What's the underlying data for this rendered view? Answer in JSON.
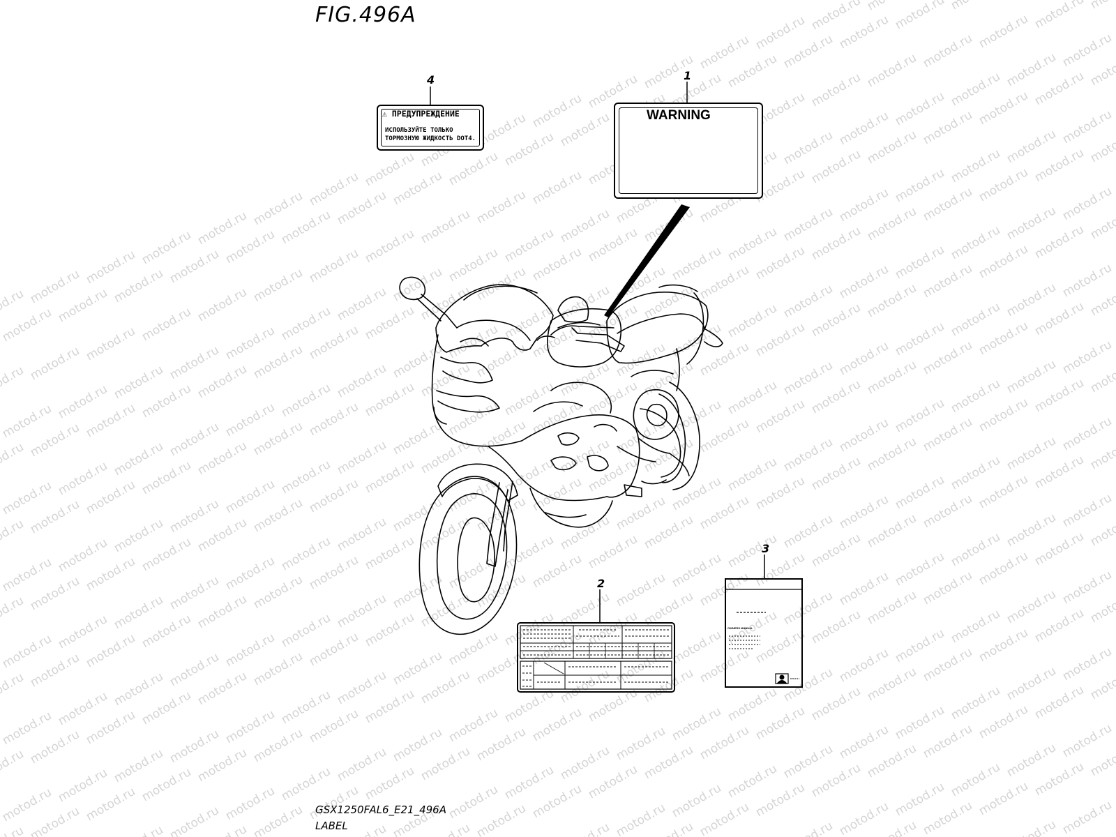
{
  "figure": {
    "title": "FIG.496A",
    "model_code": "GSX1250FAL6_E21_496A",
    "section_label": "LABEL"
  },
  "watermark": {
    "text": "motod.ru",
    "color": "#d4d4d4"
  },
  "callouts": [
    {
      "number": "1",
      "part": "warning-label"
    },
    {
      "number": "2",
      "part": "information-label"
    },
    {
      "number": "3",
      "part": "owners-manual"
    },
    {
      "number": "4",
      "part": "brake-fluid-label"
    }
  ],
  "label_ru": {
    "title": "ПРЕДУПРЕЖДЕНИЕ",
    "line1": "ИСПОЛЬЗУЙТЕ ТОЛЬКО",
    "line2": "ТОРМОЗНУЮ ЖИДКОСТЬ DOT4."
  },
  "label_warning": {
    "title": "WARNING"
  },
  "owners_manual": {
    "title": "OWNERS MANUAL"
  },
  "colors": {
    "line": "#000000",
    "background": "#ffffff"
  }
}
